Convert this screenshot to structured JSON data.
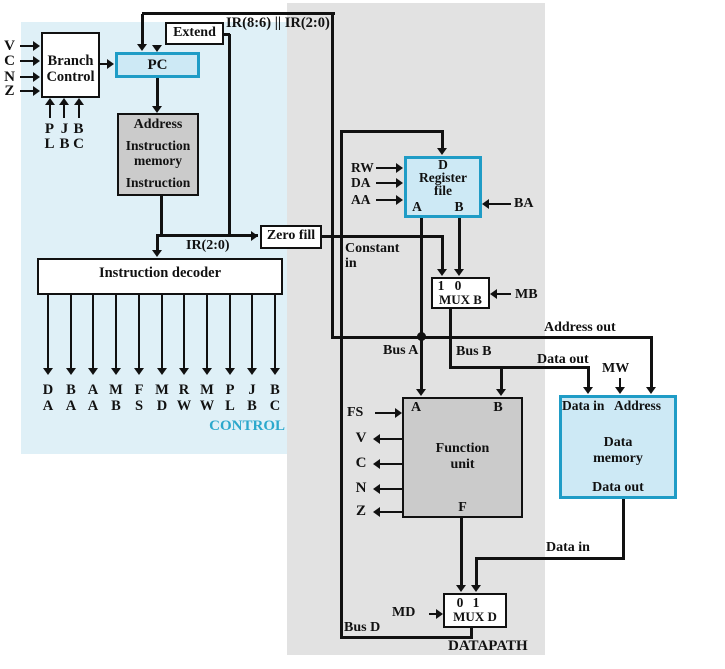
{
  "labels": {
    "control": "CONTROL",
    "datapath": "DATAPATH",
    "ir_concat": "IR(8:6) || IR(2:0)",
    "ir20": "IR(2:0)",
    "constant_line1": "Constant",
    "constant_line2": "in",
    "bus_a": "Bus A",
    "bus_b": "Bus B",
    "bus_d": "Bus D",
    "address_out": "Address out",
    "data_out_upper": "Data out",
    "data_in_lower": "Data in",
    "mw": "MW",
    "md": "MD",
    "mb": "MB",
    "ba": "BA",
    "fs": "FS"
  },
  "colors": {
    "control_bg": "#dff0f7",
    "datapath_bg": "#e2e2e2",
    "cyan_border": "#1f9cc6",
    "cyan_fill": "#cde9f5",
    "control_text": "#2ba8cc"
  },
  "branch_control": {
    "line1": "Branch",
    "line2": "Control",
    "flags": [
      "V",
      "C",
      "N",
      "Z"
    ],
    "row1": [
      "P",
      "J",
      "B"
    ],
    "row2": [
      "L",
      "B",
      "C"
    ]
  },
  "pc": {
    "label": "PC"
  },
  "extend": {
    "label": "Extend"
  },
  "instruction_memory": {
    "port_address": "Address",
    "name1": "Instruction",
    "name2": "memory",
    "port_instruction": "Instruction"
  },
  "zero_fill": {
    "label": "Zero fill"
  },
  "decoder": {
    "title": "Instruction decoder",
    "out_top": [
      "D",
      "B",
      "A",
      "M",
      "F",
      "M",
      "R",
      "M",
      "P",
      "J",
      "B"
    ],
    "out_bottom": [
      "A",
      "A",
      "A",
      "B",
      "S",
      "D",
      "W",
      "W",
      "L",
      "B",
      "C"
    ]
  },
  "register_file": {
    "port_d": "D",
    "name1": "Register",
    "name2": "file",
    "port_a": "A",
    "port_b": "B",
    "rw": "RW",
    "da": "DA",
    "aa": "AA"
  },
  "mux_b": {
    "in1": "1",
    "in0": "0",
    "name": "MUX B"
  },
  "function_unit": {
    "port_a": "A",
    "port_b": "B",
    "name1": "Function",
    "name2": "unit",
    "port_f": "F",
    "flags": [
      "V",
      "C",
      "N",
      "Z"
    ]
  },
  "data_memory": {
    "port_data_in": "Data in",
    "port_address": "Address",
    "name1": "Data",
    "name2": "memory",
    "port_data_out": "Data out"
  },
  "mux_d": {
    "in0": "0",
    "in1": "1",
    "name": "MUX D"
  }
}
